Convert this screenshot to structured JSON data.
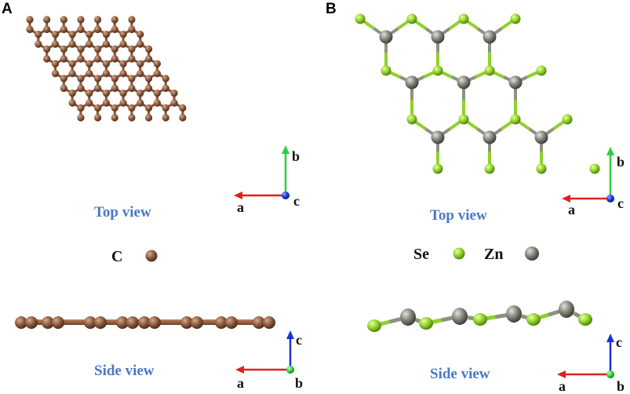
{
  "panels": {
    "A": {
      "letter": "A",
      "top_label": "Top view",
      "side_label": "Side view",
      "legend": [
        {
          "symbol": "C",
          "color": "#8b5a3c"
        }
      ],
      "top_axes": {
        "horizontal": "a",
        "vertical": "b",
        "origin": "c"
      },
      "side_axes": {
        "horizontal": "a",
        "vertical": "c",
        "origin": "b"
      }
    },
    "B": {
      "letter": "B",
      "top_label": "Top view",
      "side_label": "Side view",
      "legend": [
        {
          "symbol": "Se",
          "color": "#8fd12a"
        },
        {
          "symbol": "Zn",
          "color": "#808078"
        }
      ],
      "top_axes": {
        "horizontal": "a",
        "vertical": "b",
        "origin": "c"
      },
      "side_axes": {
        "horizontal": "a",
        "vertical": "c",
        "origin": "b"
      }
    }
  },
  "colors": {
    "carbon": "#8b5a3c",
    "selenium": "#8fd12a",
    "zinc": "#808078",
    "axis_a": "#e0201c",
    "axis_b": "#2bd13c",
    "axis_c": "#1733d6",
    "view_label": "#4a78c4"
  }
}
